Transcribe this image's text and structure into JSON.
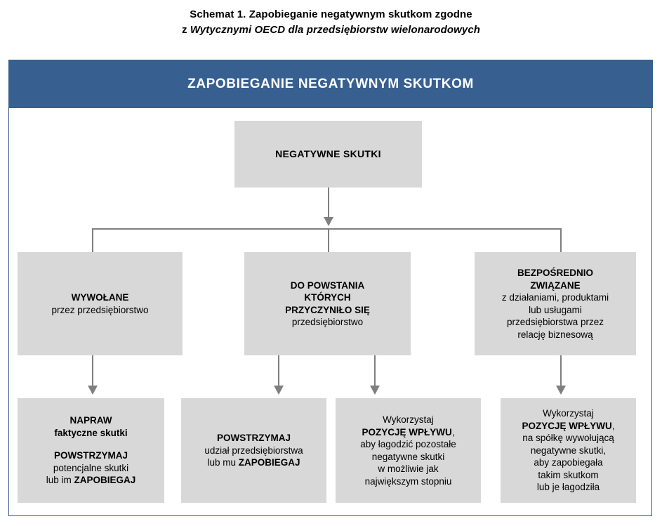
{
  "title": {
    "line1": "Schemat 1. Zapobieganie negatywnym skutkom zgodne",
    "line2_prefix": "z ",
    "line2_italic": "Wytycznymi OECD dla przedsiębiorstw wielonarodowych"
  },
  "header": {
    "label": "ZAPOBIEGANIE NEGATYWNYM SKUTKOM",
    "background_color": "#375f8f",
    "text_color": "#ffffff"
  },
  "colors": {
    "node_fill": "#d8d8d8",
    "connector": "#7f7f7f",
    "frame_border": "#31567f"
  },
  "nodes": {
    "top": {
      "name": "NEGATYWNE SKUTKI"
    },
    "middle": [
      {
        "heading": "WYWOŁANE",
        "body": "przez przedsiębiorstwo"
      },
      {
        "heading_l1": "DO POWSTANIA",
        "heading_l2": "KTÓRYCH",
        "heading_l3": "PRZYCZYNIŁO SIĘ",
        "body": "przedsiębiorstwo"
      },
      {
        "heading_l1": "BEZPOŚREDNIO",
        "heading_l2": "ZWIĄZANE",
        "body_l1": "z działaniami, produktami",
        "body_l2": "lub usługami",
        "body_l3": "przedsiębiorstwa przez",
        "body_l4": "relację biznesową"
      }
    ],
    "bottom": [
      {
        "l1_bold": "NAPRAW",
        "l2_bold": "faktyczne skutki",
        "l3_bold": "POWSTRZYMAJ",
        "l4": "potencjalne skutki",
        "l5_prefix": "lub im ",
        "l5_bold": "ZAPOBIEGAJ"
      },
      {
        "l1_bold": "POWSTRZYMAJ",
        "l2": "udział przedsiębiorstwa",
        "l3_prefix": "lub mu ",
        "l3_bold": "ZAPOBIEGAJ"
      },
      {
        "l1": "Wykorzystaj",
        "l2_bold": "POZYCJĘ WPŁYWU",
        "l2_suffix": ",",
        "l3": "aby łagodzić pozostałe",
        "l4": "negatywne skutki",
        "l5": "w możliwie jak",
        "l6": "największym stopniu"
      },
      {
        "l1": "Wykorzystaj",
        "l2_bold": "POZYCJĘ WPŁYWU",
        "l2_suffix": ",",
        "l3": "na spółkę wywołującą",
        "l4": "negatywne skutki,",
        "l5": "aby zapobiegała",
        "l6": "takim skutkom",
        "l7": "lub je łagodziła"
      }
    ]
  }
}
